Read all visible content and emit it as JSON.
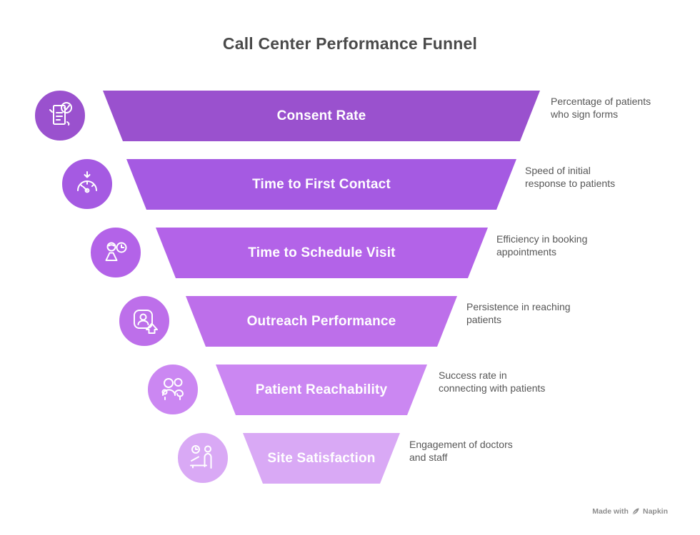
{
  "title": "Call Center Performance Funnel",
  "funnel": {
    "stages": [
      {
        "label": "Consent Rate",
        "description": "Percentage of patients\nwho sign forms",
        "color": "#9a51ce",
        "icon": "consent-document-icon"
      },
      {
        "label": "Time to First Contact",
        "description": "Speed of initial\nresponse to patients",
        "color": "#a55ae2",
        "icon": "speedometer-icon"
      },
      {
        "label": "Time to Schedule Visit",
        "description": "Efficiency in booking\nappointments",
        "color": "#b363e8",
        "icon": "person-clock-icon"
      },
      {
        "label": "Outreach Performance",
        "description": "Persistence in reaching\npatients",
        "color": "#bd6fea",
        "icon": "contact-card-arrow-icon"
      },
      {
        "label": "Patient Reachability",
        "description": "Success rate in\nconnecting with patients",
        "color": "#cb87f2",
        "icon": "people-icon"
      },
      {
        "label": "Site Satisfaction",
        "description": "Engagement of doctors\nand staff",
        "color": "#d9a9f5",
        "icon": "office-person-icon"
      }
    ]
  },
  "footer": {
    "made_with": "Made with",
    "brand": "Napkin"
  }
}
